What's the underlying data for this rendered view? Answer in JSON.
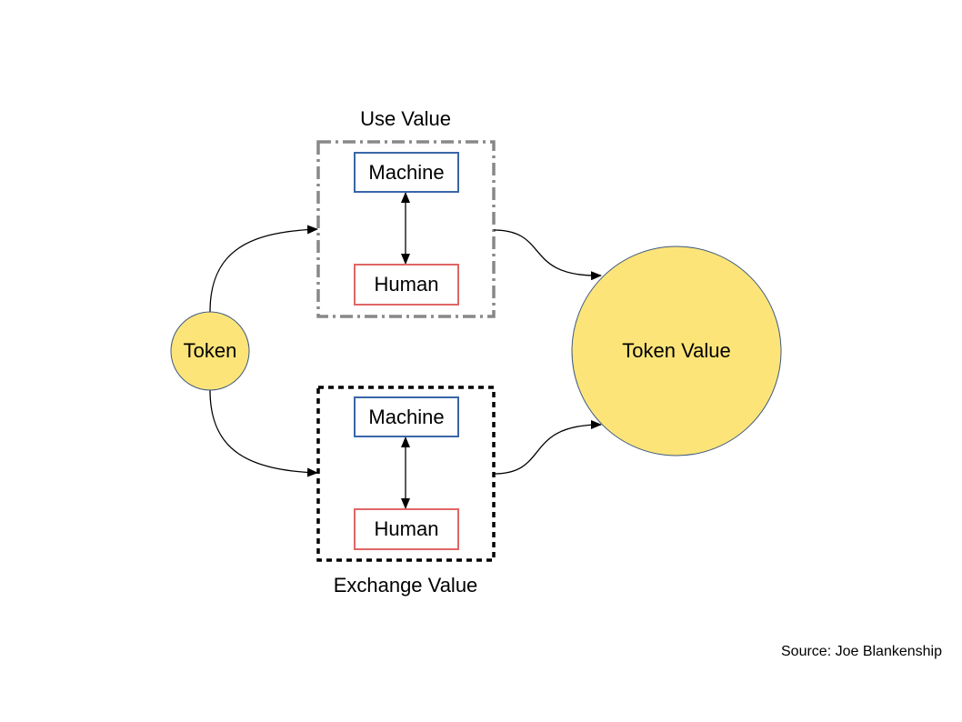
{
  "colors": {
    "token_fill": "#fde479",
    "circle_stroke": "#3d5a80",
    "machine_border": "#3a66a8",
    "human_border": "#e06666",
    "use_group_border": "#888888",
    "exchange_group_border": "#000000"
  },
  "nodes": {
    "token": "Token",
    "token_value": "Token Value"
  },
  "groups": {
    "use": {
      "title": "Use Value",
      "machine": "Machine",
      "human": "Human"
    },
    "exchange": {
      "title": "Exchange Value",
      "machine": "Machine",
      "human": "Human"
    }
  },
  "edges": [
    {
      "from": "token",
      "to": "use"
    },
    {
      "from": "token",
      "to": "exchange"
    },
    {
      "from": "use",
      "to": "token_value"
    },
    {
      "from": "exchange",
      "to": "token_value"
    },
    {
      "from": "use.machine",
      "to": "use.human",
      "bidirectional": true
    },
    {
      "from": "exchange.machine",
      "to": "exchange.human",
      "bidirectional": true
    }
  ],
  "source": "Source: Joe Blankenship"
}
